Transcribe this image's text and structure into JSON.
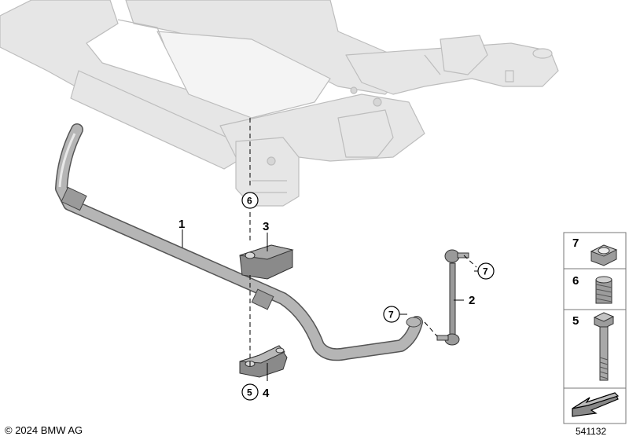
{
  "callouts": {
    "c1": "1",
    "c2": "2",
    "c3": "3",
    "c4": "4",
    "c5": "5",
    "c6": "6",
    "c7a": "7",
    "c7b": "7"
  },
  "legend": {
    "r1": "7",
    "r2": "6",
    "r3": "5"
  },
  "footer": {
    "copyright": "© 2024 BMW AG",
    "diagram_id": "541132"
  },
  "colors": {
    "frame_fill": "#e6e6e6",
    "frame_stroke": "#bdbdbd",
    "bar_fill": "#b5b5b5",
    "line": "#000000"
  }
}
